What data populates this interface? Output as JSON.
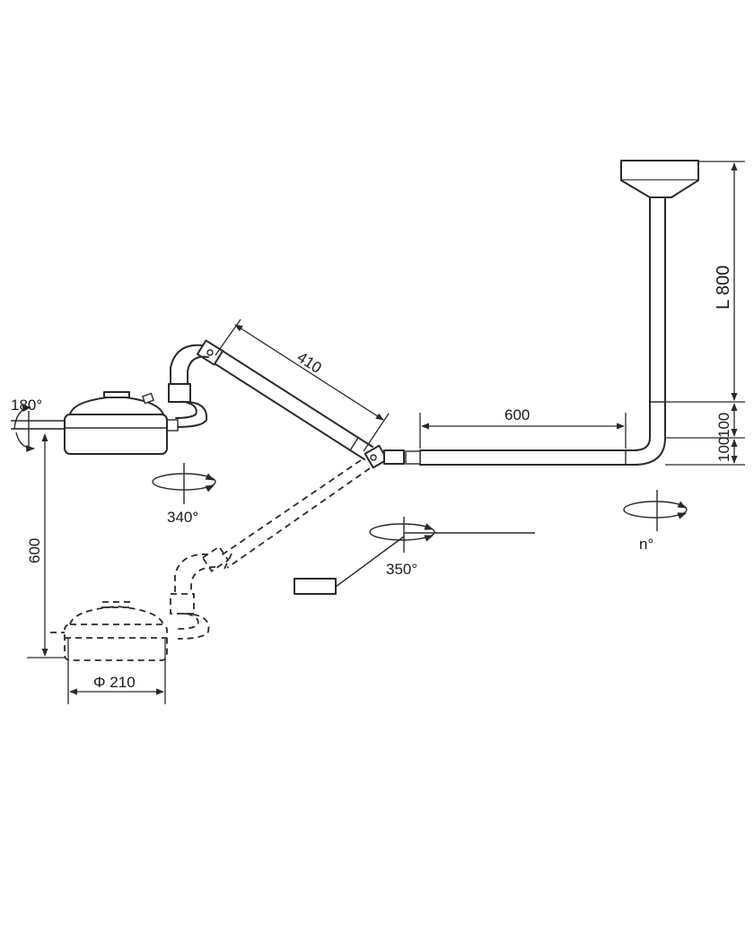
{
  "labels": {
    "rot_lamp": "180°",
    "rot_joint": "340°",
    "rot_arm": "350°",
    "rot_column": "n°",
    "arm_upper": "410",
    "arm_horizontal": "600",
    "height_drop": "600",
    "pole_length": "L  800",
    "offset_upper": "100",
    "offset_lower": "100",
    "lamp_diameter": "Φ 210"
  },
  "colors": {
    "line": "#2a2a2a",
    "background": "#ffffff"
  }
}
